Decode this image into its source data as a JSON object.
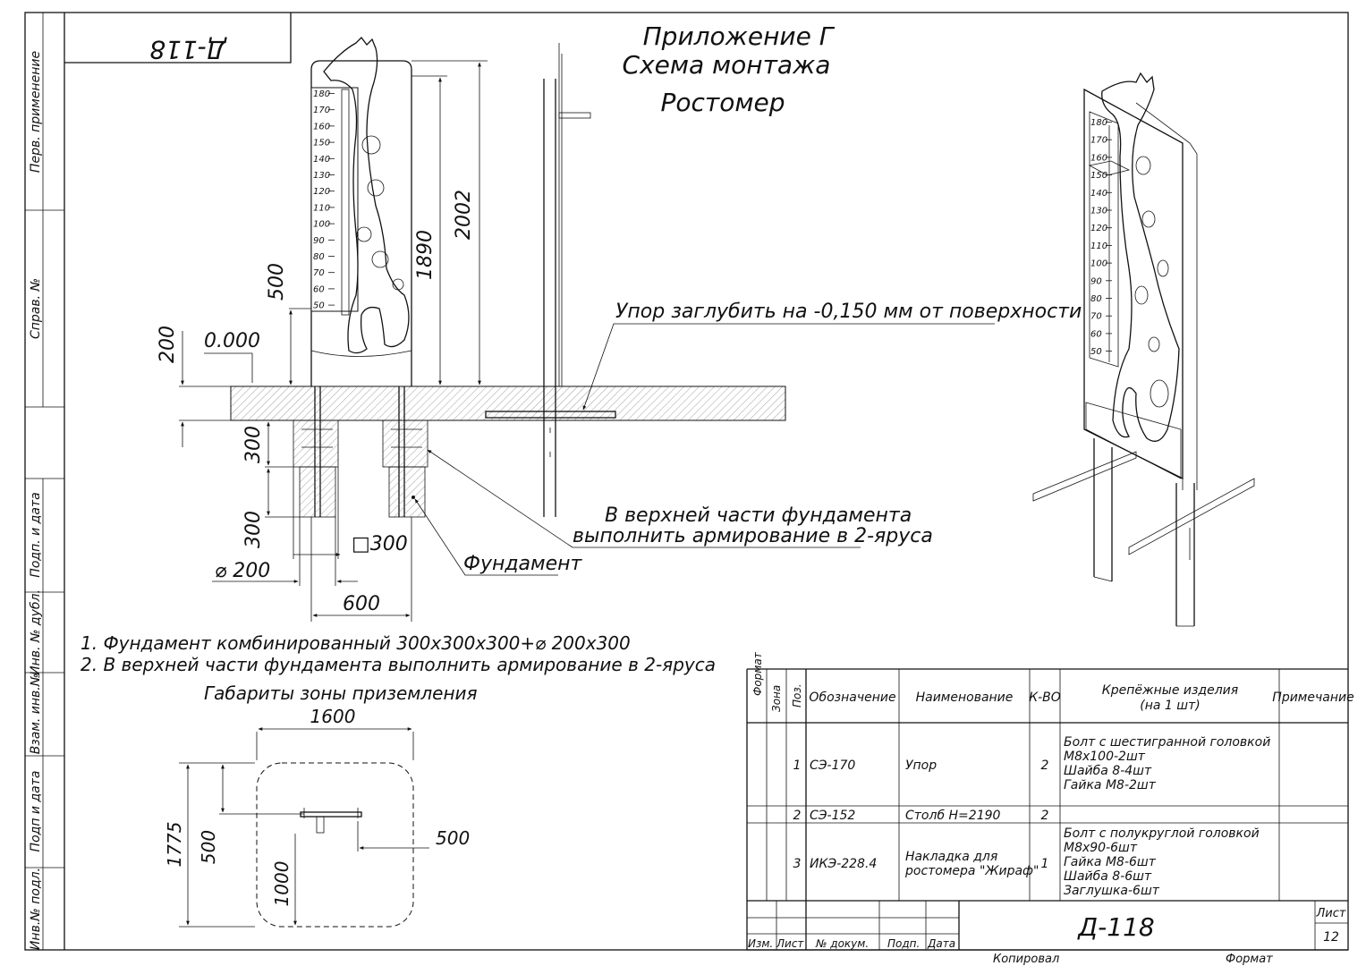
{
  "side_labels": [
    "Перв. применение",
    "Справ. №",
    "Подп. и дата",
    "Инв. № дубл.",
    "Взам. инв.№",
    "Подп и дата",
    "Инв.№ подл."
  ],
  "stamp_mirrored": "Д-118",
  "title": {
    "line1": "Приложение Г",
    "line2": "Схема монтажа",
    "line3": "Ростомер"
  },
  "scale_ticks": [
    "180",
    "170",
    "160",
    "150",
    "140",
    "130",
    "120",
    "110",
    "100",
    "90",
    "80",
    "70",
    "60",
    "50"
  ],
  "iso_scale_ticks": [
    "180",
    "170",
    "160",
    "150",
    "140",
    "130",
    "120",
    "110",
    "100",
    "90",
    "80",
    "70",
    "60",
    "50"
  ],
  "dims": {
    "d2002": "2002",
    "d1890": "1890",
    "d500": "500",
    "d200": "200",
    "d0": "0.000",
    "d300a": "300",
    "d300b": "300",
    "sq300": "□300",
    "phi200": "⌀ 200",
    "d600": "600",
    "z1600": "1600",
    "z1775": "1775",
    "z500v": "500",
    "z1000": "1000",
    "z500h": "500"
  },
  "callouts": {
    "stop": "Упор заглубить на -0,150 мм от поверхности",
    "rebar1": "В верхней части фундамента",
    "rebar2": "выполнить армирование в 2-яруса",
    "foundation": "Фундамент"
  },
  "notes": [
    "1. Фундамент комбинированный 300х300х300+⌀ 200х300",
    "2. В верхней части фундамента выполнить армирование в 2-яруса"
  ],
  "zone_title": "Габариты зоны приземления",
  "table": {
    "headers": {
      "format": "Формат",
      "zone": "Зона",
      "pos": "Поз.",
      "designation": "Обозначение",
      "name": "Наименование",
      "qty": "К-ВО",
      "fasteners1": "Крепёжные изделия",
      "fasteners2": "(на 1 шт)",
      "note": "Примечание"
    },
    "rows": [
      {
        "pos": "1",
        "designation": "СЭ-170",
        "name": [
          "Упор"
        ],
        "qty": "2",
        "fasteners": [
          "Болт с шестигранной головкой",
          "М8х100-2шт",
          "Шайба 8-4шт",
          "Гайка М8-2шт"
        ]
      },
      {
        "pos": "2",
        "designation": "СЭ-152",
        "name": [
          "Столб Н=2190"
        ],
        "qty": "2",
        "fasteners": []
      },
      {
        "pos": "3",
        "designation": "ИКЭ-228.4",
        "name": [
          "Накладка для",
          "ростомера \"Жираф\""
        ],
        "qty": "1",
        "fasteners": [
          "Болт с полукруглой головкой",
          "М8х90-6шт",
          "Гайка М8-6шт",
          "Шайба 8-6шт",
          "Заглушка-6шт"
        ]
      }
    ]
  },
  "titleblock": {
    "izm": "Изм.",
    "list": "Лист",
    "doc": "№ докум.",
    "podp": "Подп.",
    "date": "Дата",
    "code": "Д-118",
    "sheet_label": "Лист",
    "sheet_num": "12",
    "copied": "Копировал",
    "format": "Формат"
  }
}
